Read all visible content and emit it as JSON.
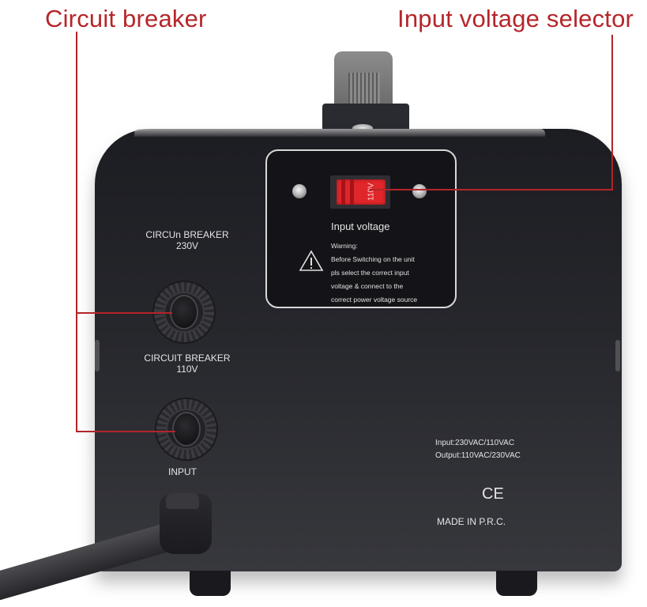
{
  "callouts": {
    "circuit_breaker": "Circuit breaker",
    "input_voltage_selector": "Input voltage selector",
    "line_color": "#b3242a"
  },
  "panel": {
    "switch_value": "110V",
    "title": "Input voltage",
    "warning_heading": "Warning:",
    "warning_lines": [
      "Before Switching on the unit",
      "pls select the correct input",
      "voltage & connect to the",
      "correct power voltage source"
    ]
  },
  "breakers": [
    {
      "label_line1": "CIRCUn BREAKER",
      "label_line2": "230V"
    },
    {
      "label_line1": "CIRCUIT BREAKER",
      "label_line2": "110V"
    }
  ],
  "input_label": "INPUT",
  "specs": {
    "input": "Input:230VAC/110VAC",
    "output": "Output:110VAC/230VAC"
  },
  "ce_mark": "CE",
  "origin": "MADE IN P.R.C."
}
